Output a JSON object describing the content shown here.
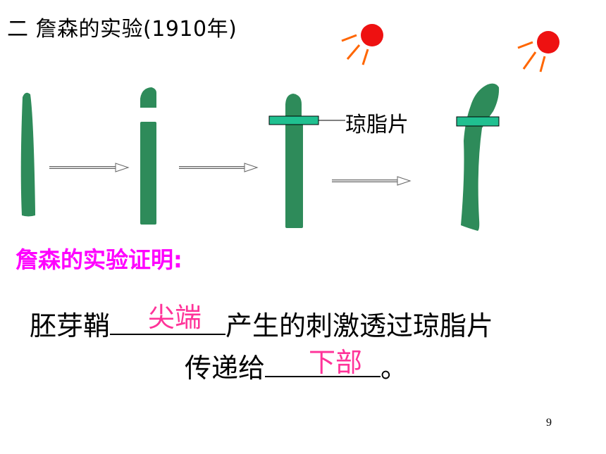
{
  "title": "二  詹森的实验(1910年)",
  "agar_label": "琼脂片",
  "proof_heading": "詹森的实验证明:",
  "sentence": {
    "line1_before": "胚芽鞘",
    "line1_after": "产生的刺激透过琼脂片",
    "line2_before": "传递给",
    "line2_after": "。"
  },
  "answers": {
    "blank1": "尖端",
    "blank2": "下部"
  },
  "page_number": "9",
  "colors": {
    "coleoptile": "#2e8b5a",
    "agar": "#20c090",
    "sun": "#ee1111",
    "sun_rays": "#ff6600",
    "heading": "#ff00ff",
    "answer": "#ff3399"
  },
  "icons": [
    "sun-icon",
    "arrow-right-icon"
  ]
}
